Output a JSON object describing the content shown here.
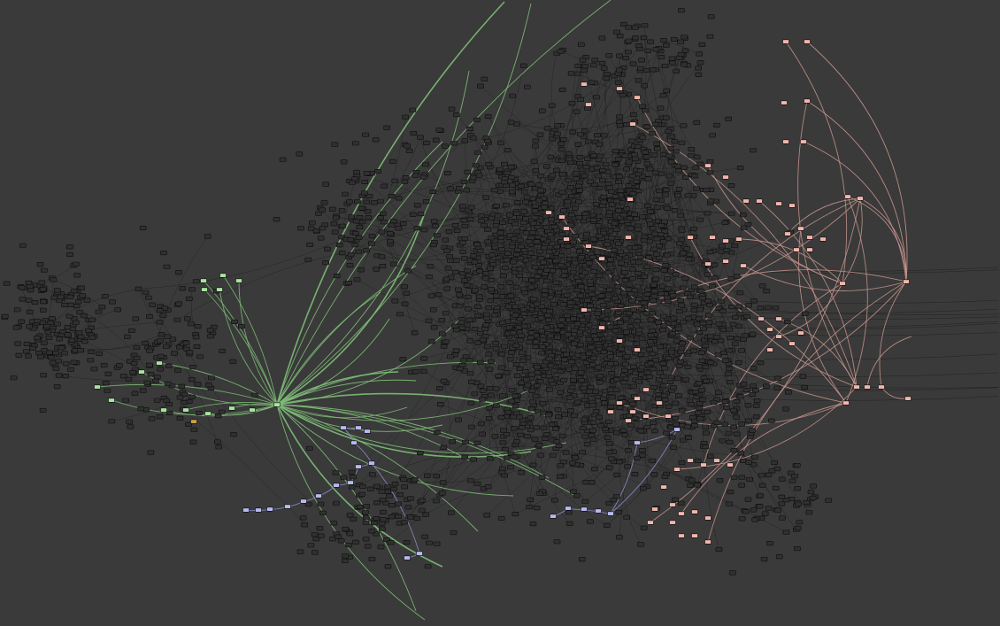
{
  "graph": {
    "background_color": "#3a3a3a",
    "edge_color": "#1c1c1c",
    "node_fill": "#303030",
    "node_stroke": "#0c0c0c",
    "clusters": [
      {
        "name": "green",
        "node_color": "#a9e3a0",
        "edge_color": "#7fbf78",
        "highlight_color": "#c9a04a"
      },
      {
        "name": "blue",
        "node_color": "#b7b9f0",
        "edge_color": "#8a8cc6"
      },
      {
        "name": "pink",
        "node_color": "#f0b6ad",
        "edge_color": "#c9958e"
      }
    ]
  }
}
